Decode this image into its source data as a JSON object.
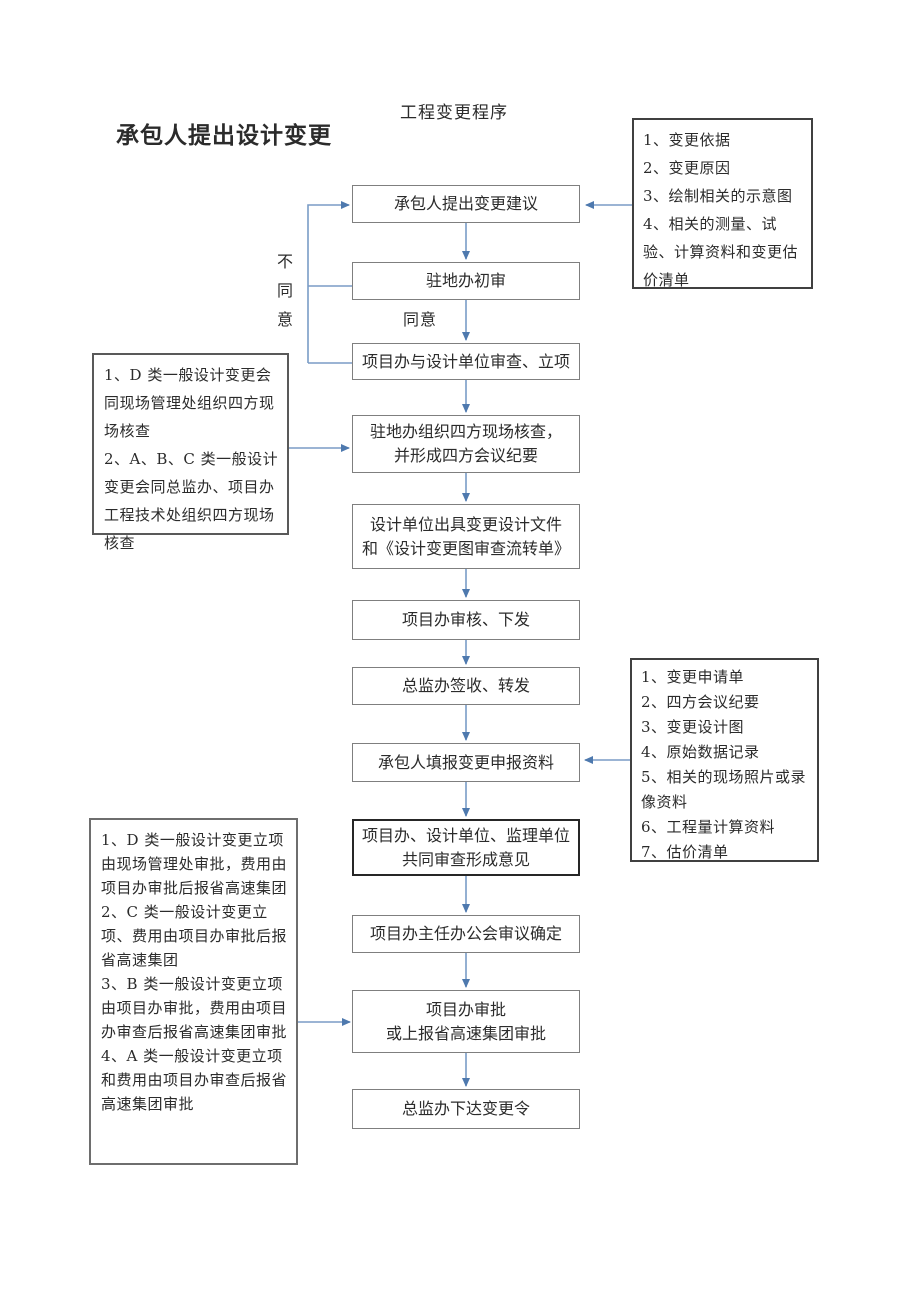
{
  "page": {
    "title": "工程变更程序",
    "header": "承包人提出设计变更"
  },
  "flow": {
    "steps": [
      {
        "label": "承包人提出变更建议"
      },
      {
        "label": "驻地办初审"
      },
      {
        "label": "项目办与设计单位审查、立项"
      },
      {
        "label": "驻地办组织四方现场核查，\n并形成四方会议纪要"
      },
      {
        "label": "设计单位出具变更设计文件\n和《设计变更图审查流转单》"
      },
      {
        "label": "项目办审核、下发"
      },
      {
        "label": "总监办签收、转发"
      },
      {
        "label": "承包人填报变更申报资料"
      },
      {
        "label": "项目办、设计单位、监理单位\n共同审查形成意见"
      },
      {
        "label": "项目办主任办公会审议确定"
      },
      {
        "label": "项目办审批\n或上报省高速集团审批"
      },
      {
        "label": "总监办下达变更令"
      }
    ],
    "branch_labels": {
      "disagree": "不\n同\n意",
      "agree": "同意"
    }
  },
  "side_boxes": {
    "top_right": {
      "items": [
        "1、变更依据",
        "2、变更原因",
        "3、绘制相关的示意图",
        "4、相关的测量、试验、计算资料和变更估价清单"
      ]
    },
    "mid_left": {
      "items": [
        "1、D 类一般设计变更会同现场管理处组织四方现场核查",
        "2、A、B、C 类一般设计变更会同总监办、项目办工程技术处组织四方现场核查"
      ]
    },
    "bottom_right": {
      "items": [
        "1、变更申请单",
        "2、四方会议纪要",
        "3、变更设计图",
        "4、原始数据记录",
        "5、相关的现场照片或录像资料",
        "6、工程量计算资料",
        "7、估价清单"
      ]
    },
    "bottom_left": {
      "items": [
        "1、D 类一般设计变更立项由现场管理处审批，费用由项目办审批后报省高速集团",
        "2、C 类一般设计变更立项、费用由项目办审批后报省高速集团",
        "3、B 类一般设计变更立项由项目办审批，费用由项目办审查后报省高速集团审批",
        "4、A 类一般设计变更立项和费用由项目办审查后报省高速集团审批"
      ]
    }
  },
  "colors": {
    "line": "#7a9cc6",
    "arrowhead": "#4e79ae",
    "ink": "#2b2b2b",
    "box-border": "#7f7f7f",
    "box-border-dark": "#404040",
    "box-border-side": "#595959"
  }
}
